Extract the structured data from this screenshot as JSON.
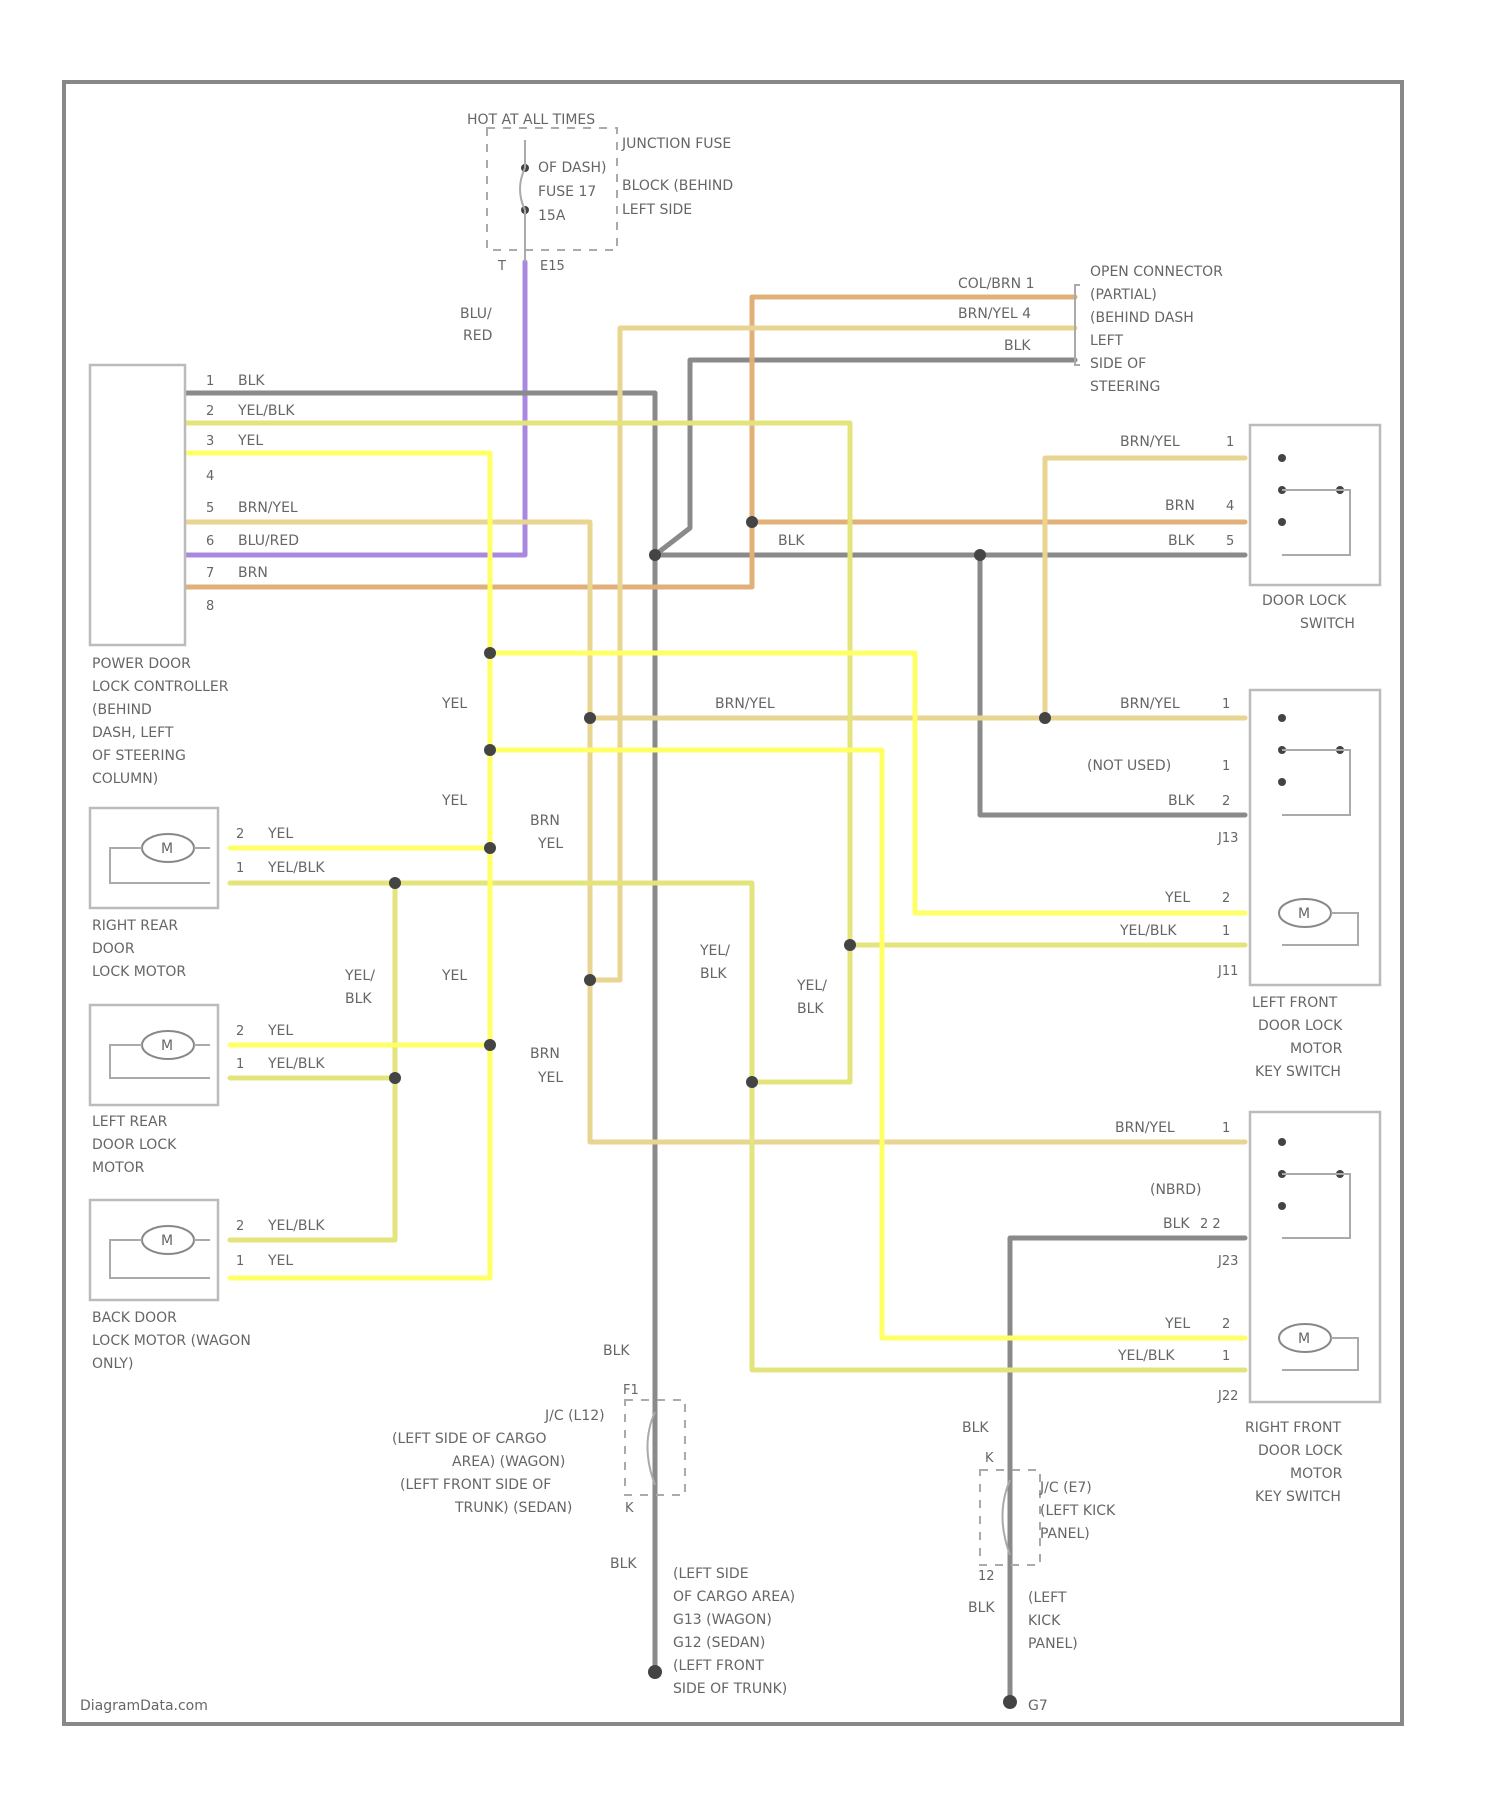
{
  "colors": {
    "blk": "#8a8a8a",
    "yel": "#ffff66",
    "yel_blk": "#e4e47c",
    "brn_yel": "#e8d592",
    "brn": "#e0b078",
    "blu_red": "#aa88e0"
  },
  "fuse": {
    "hot": "HOT AT ALL TIMES",
    "info": [
      "JUNCTION FUSE",
      "BLOCK (BEHIND",
      "LEFT SIDE",
      "OF DASH)",
      "FUSE 17",
      "15A"
    ],
    "pin_t": "T",
    "pin_e15": "E15",
    "wire_blu": "BLU/",
    "wire_red": "RED"
  },
  "open_connector": {
    "lines": [
      "OPEN CONNECTOR",
      "(PARTIAL)",
      "(BEHIND DASH",
      "LEFT",
      "SIDE OF",
      "STEERING"
    ],
    "w1": "COL/BRN 1",
    "w2": "BRN/YEL 4",
    "w3": "BLK"
  },
  "controller": {
    "pins": [
      {
        "n": "1",
        "w": "BLK"
      },
      {
        "n": "2",
        "w": "YEL/BLK"
      },
      {
        "n": "3",
        "w": "YEL"
      },
      {
        "n": "4",
        "w": ""
      },
      {
        "n": "5",
        "w": "BRN/YEL"
      },
      {
        "n": "6",
        "w": "BLU/RED"
      },
      {
        "n": "7",
        "w": "BRN"
      },
      {
        "n": "8",
        "w": ""
      }
    ],
    "label": [
      "POWER DOOR",
      "LOCK CONTROLLER",
      "(BEHIND",
      "DASH, LEFT",
      "OF STEERING",
      "COLUMN)"
    ]
  },
  "door_lock_switch": {
    "pins": [
      {
        "w": "BRN/YEL",
        "n": "1"
      },
      {
        "w": "BRN",
        "n": "4"
      },
      {
        "w": "BLK",
        "n": "5"
      }
    ],
    "label": [
      "DOOR LOCK",
      "SWITCH"
    ],
    "blk_mid": "BLK"
  },
  "left_front": {
    "pins": [
      {
        "w": "BRN/YEL",
        "n": "1"
      },
      {
        "w": "(NOT USED)",
        "n": "1"
      },
      {
        "w": "BLK",
        "n": "2"
      }
    ],
    "conn1": "J13",
    "motor_pins": [
      {
        "w": "YEL",
        "n": "2"
      },
      {
        "w": "YEL/BLK",
        "n": "1"
      }
    ],
    "conn2": "J11",
    "label": [
      "LEFT FRONT",
      "DOOR LOCK",
      "MOTOR",
      "KEY SWITCH"
    ]
  },
  "right_front": {
    "pins": [
      {
        "w": "BRN/YEL",
        "n": "1"
      },
      {
        "w": "(NBRD)",
        "n": ""
      },
      {
        "w": "BLK",
        "n": "2 2"
      }
    ],
    "conn1": "J23",
    "motor_pins": [
      {
        "w": "YEL",
        "n": "2"
      },
      {
        "w": "YEL/BLK",
        "n": "1"
      }
    ],
    "conn2": "J22",
    "label": [
      "RIGHT FRONT",
      "DOOR LOCK",
      "MOTOR",
      "KEY SWITCH"
    ]
  },
  "right_rear": {
    "pins": [
      {
        "n": "2",
        "w": "YEL"
      },
      {
        "n": "1",
        "w": "YEL/BLK"
      }
    ],
    "label": [
      "RIGHT REAR",
      "DOOR",
      "LOCK MOTOR"
    ]
  },
  "left_rear": {
    "pins": [
      {
        "n": "2",
        "w": "YEL"
      },
      {
        "n": "1",
        "w": "YEL/BLK"
      }
    ],
    "label": [
      "LEFT REAR",
      "DOOR LOCK",
      "MOTOR"
    ]
  },
  "back_door": {
    "pins": [
      {
        "n": "2",
        "w": "YEL/BLK"
      },
      {
        "n": "1",
        "w": "YEL"
      }
    ],
    "label": [
      "BACK DOOR",
      "LOCK MOTOR (WAGON",
      "ONLY)"
    ]
  },
  "motor_symbol": "M",
  "wire_labels": {
    "yel": "YEL",
    "brn": "BRN",
    "yel_slash": "YEL/",
    "blk": "BLK",
    "brn_yel": "BRN/YEL"
  },
  "junction_left": {
    "lines": [
      "J/C (L12)",
      "(LEFT SIDE OF CARGO",
      "AREA) (WAGON)",
      "(LEFT FRONT SIDE OF",
      "TRUNK) (SEDAN)"
    ],
    "pin_top": "F1",
    "pin_bottom": "K"
  },
  "junction_right": {
    "lines": [
      "J/C (E7)",
      "(LEFT KICK",
      "PANEL)"
    ],
    "pin_top": "K",
    "pin_bottom": "12"
  },
  "ground_left": [
    "(LEFT SIDE",
    "OF CARGO AREA)",
    "G13 (WAGON)",
    "G12 (SEDAN)",
    "(LEFT FRONT",
    "SIDE OF TRUNK)"
  ],
  "ground_right": [
    "(LEFT",
    "KICK",
    "PANEL)",
    "G7"
  ],
  "watermark": "DiagramData.com"
}
